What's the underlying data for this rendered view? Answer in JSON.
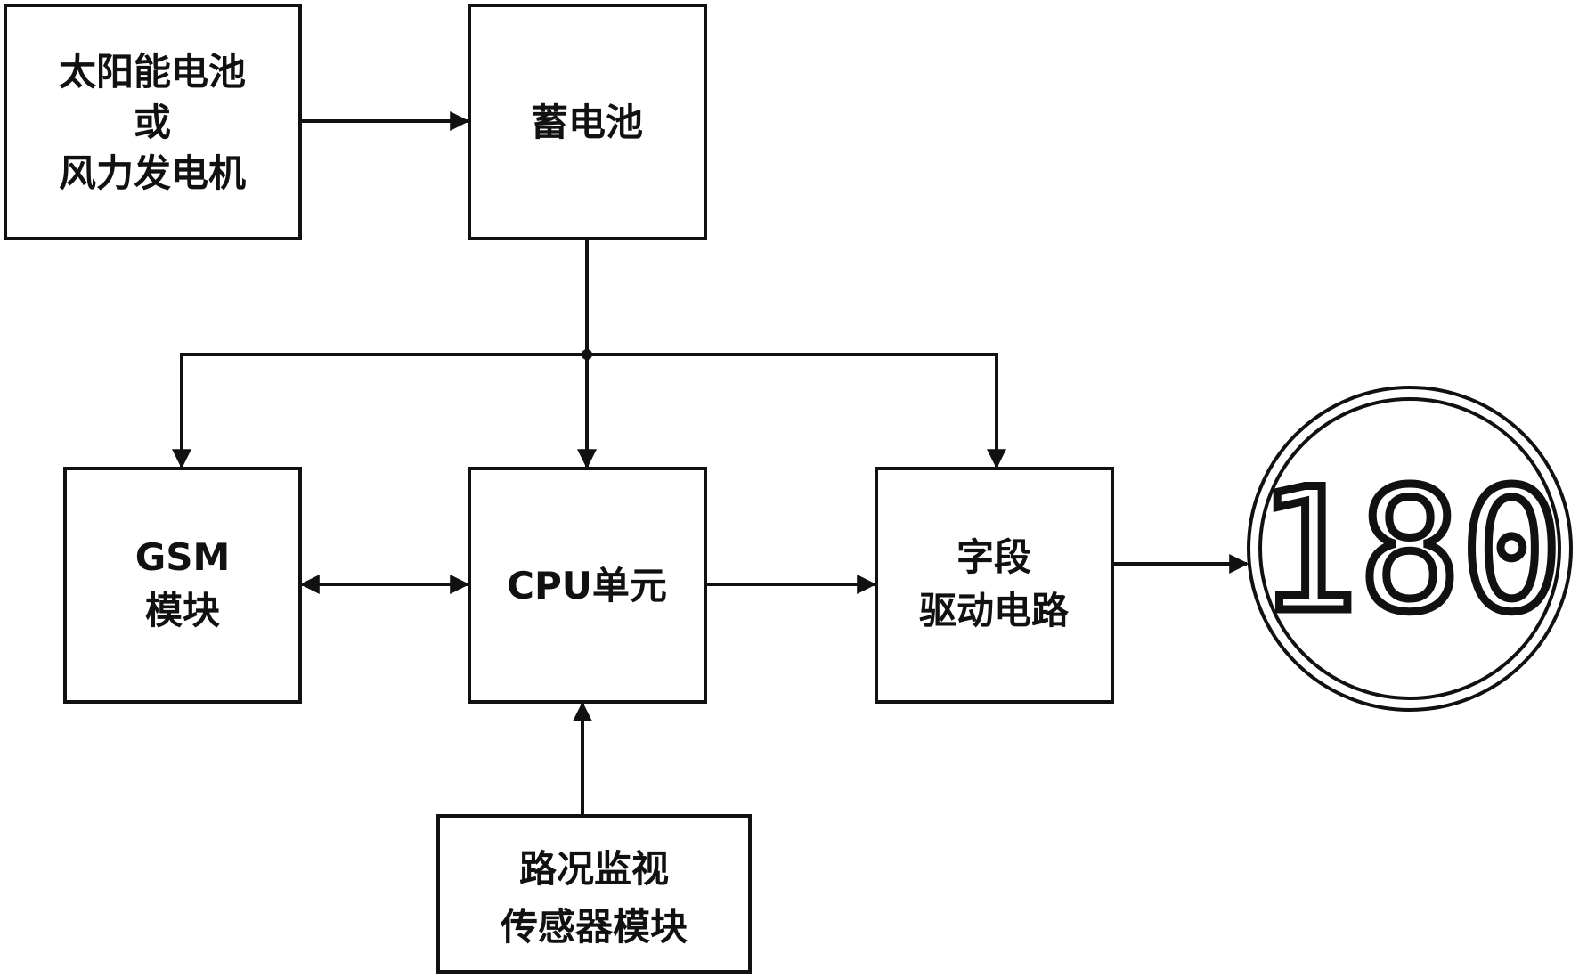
{
  "blocks": {
    "power_source": {
      "lines": [
        "太阳能电池",
        "或",
        "风力发电机"
      ]
    },
    "battery": {
      "lines": [
        "蓄电池"
      ]
    },
    "gsm": {
      "lines": [
        "GSM",
        "模块"
      ]
    },
    "cpu": {
      "lines": [
        "CPU单元"
      ]
    },
    "driver": {
      "lines": [
        "字段",
        "驱动电路"
      ]
    },
    "sensor": {
      "lines": [
        "路况监视",
        "传感器模块"
      ]
    }
  },
  "display": {
    "value": "180"
  },
  "connections": [
    {
      "from": "power_source",
      "to": "battery"
    },
    {
      "from": "battery",
      "to": "gsm"
    },
    {
      "from": "battery",
      "to": "cpu"
    },
    {
      "from": "battery",
      "to": "driver"
    },
    {
      "from": "gsm",
      "to": "cpu",
      "bidirectional": true
    },
    {
      "from": "cpu",
      "to": "driver"
    },
    {
      "from": "driver",
      "to": "display"
    },
    {
      "from": "sensor",
      "to": "cpu"
    }
  ]
}
